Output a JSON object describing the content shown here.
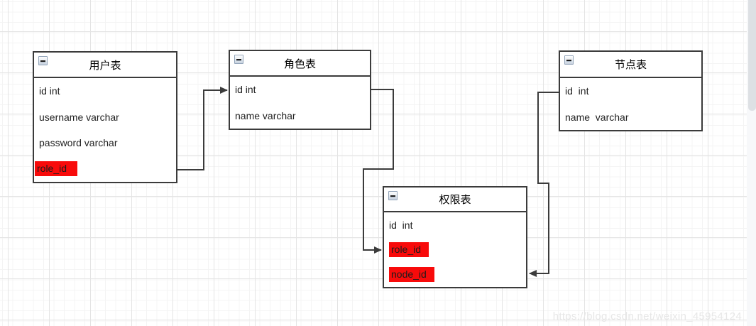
{
  "diagram": {
    "tables": [
      {
        "title": "用户表",
        "fields": [
          {
            "label": "id int",
            "highlight": false
          },
          {
            "label": "username varchar",
            "highlight": false
          },
          {
            "label": "password varchar",
            "highlight": false
          },
          {
            "label": "role_id ",
            "highlight": true
          }
        ]
      },
      {
        "title": "角色表",
        "fields": [
          {
            "label": "id int",
            "highlight": false
          },
          {
            "label": "name varchar",
            "highlight": false
          }
        ]
      },
      {
        "title": "节点表",
        "fields": [
          {
            "label": "id  int",
            "highlight": false
          },
          {
            "label": "name  varchar",
            "highlight": false
          }
        ]
      },
      {
        "title": "权限表",
        "fields": [
          {
            "label": "id  int",
            "highlight": false
          },
          {
            "label": "role_id",
            "highlight": true
          },
          {
            "label": "node_id",
            "highlight": true
          }
        ]
      }
    ],
    "connectors": [
      {
        "from": "用户表.role_id",
        "to": "角色表.id"
      },
      {
        "from": "角色表.id",
        "to": "权限表.role_id"
      },
      {
        "from": "节点表.id",
        "to": "权限表.node_id"
      }
    ],
    "colors": {
      "highlight": "#f80b0b",
      "line": "#3b3b3b",
      "grid_minor": "#f4f4f4",
      "grid_major": "#e4e4e4"
    },
    "icons": {
      "collapse": "minus-icon"
    }
  },
  "watermark": {
    "text": "https://blog.csdn.net/weixin_45954124"
  }
}
